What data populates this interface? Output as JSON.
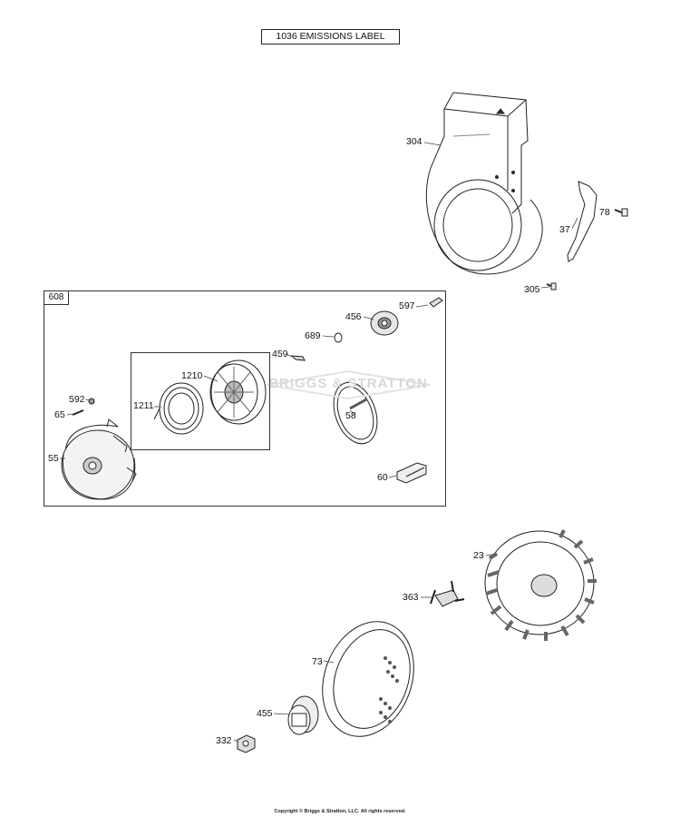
{
  "header_label": "1036 EMISSIONS LABEL",
  "kit": {
    "ref": "608"
  },
  "parts": {
    "p304": "304",
    "p37": "37",
    "p78": "78",
    "p305": "305",
    "p597": "597",
    "p456": "456",
    "p689": "689",
    "p459": "459",
    "p1210": "1210",
    "p1211": "1211",
    "p592": "592",
    "p65": "65",
    "p55": "55",
    "p58": "58",
    "p60": "60",
    "p23": "23",
    "p363": "363",
    "p73": "73",
    "p455": "455",
    "p332": "332"
  },
  "watermark": "BRIGGS & STRATTON",
  "copyright": "Copyright © Briggs & Stratton, LLC. All rights reserved."
}
